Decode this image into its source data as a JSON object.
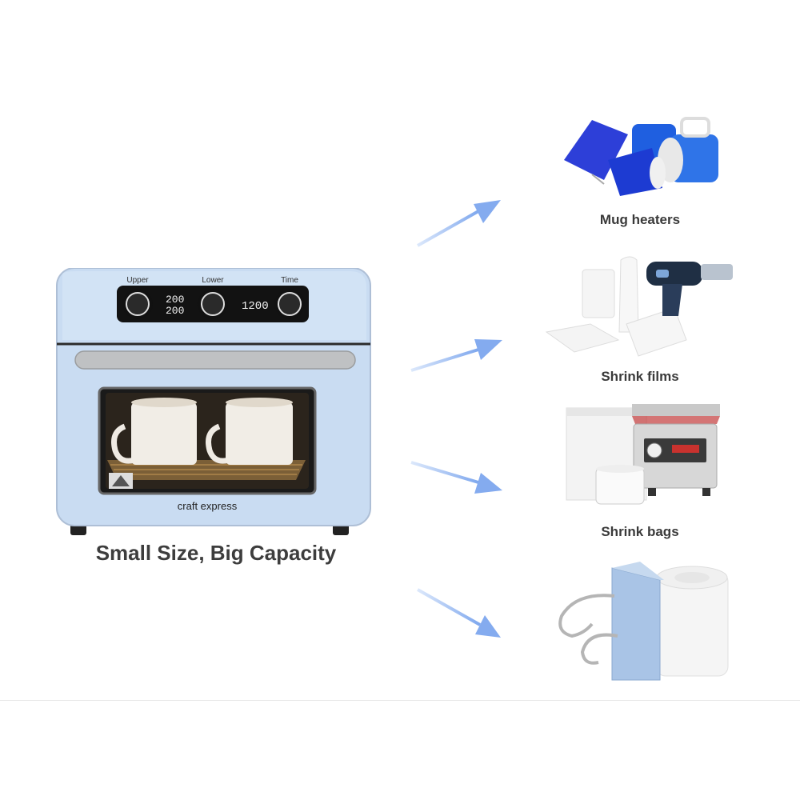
{
  "headline": "Small Size, Big Capacity",
  "oven": {
    "brand": "craft express",
    "display_top": "200",
    "display_bottom": "200",
    "timer": "1200",
    "knob_labels": [
      "Upper",
      "Lower",
      "Time"
    ],
    "accent_color": "#c5dbf3"
  },
  "accessories": [
    {
      "label": "Mug heaters",
      "icon": "mug-heaters-icon"
    },
    {
      "label": "Shrink films",
      "icon": "shrink-films-icon"
    },
    {
      "label": "Shrink bags",
      "icon": "shrink-bags-icon"
    },
    {
      "label": "",
      "icon": "clipped-paper-roll-icon"
    }
  ],
  "arrow_color": "#8fb4f2"
}
